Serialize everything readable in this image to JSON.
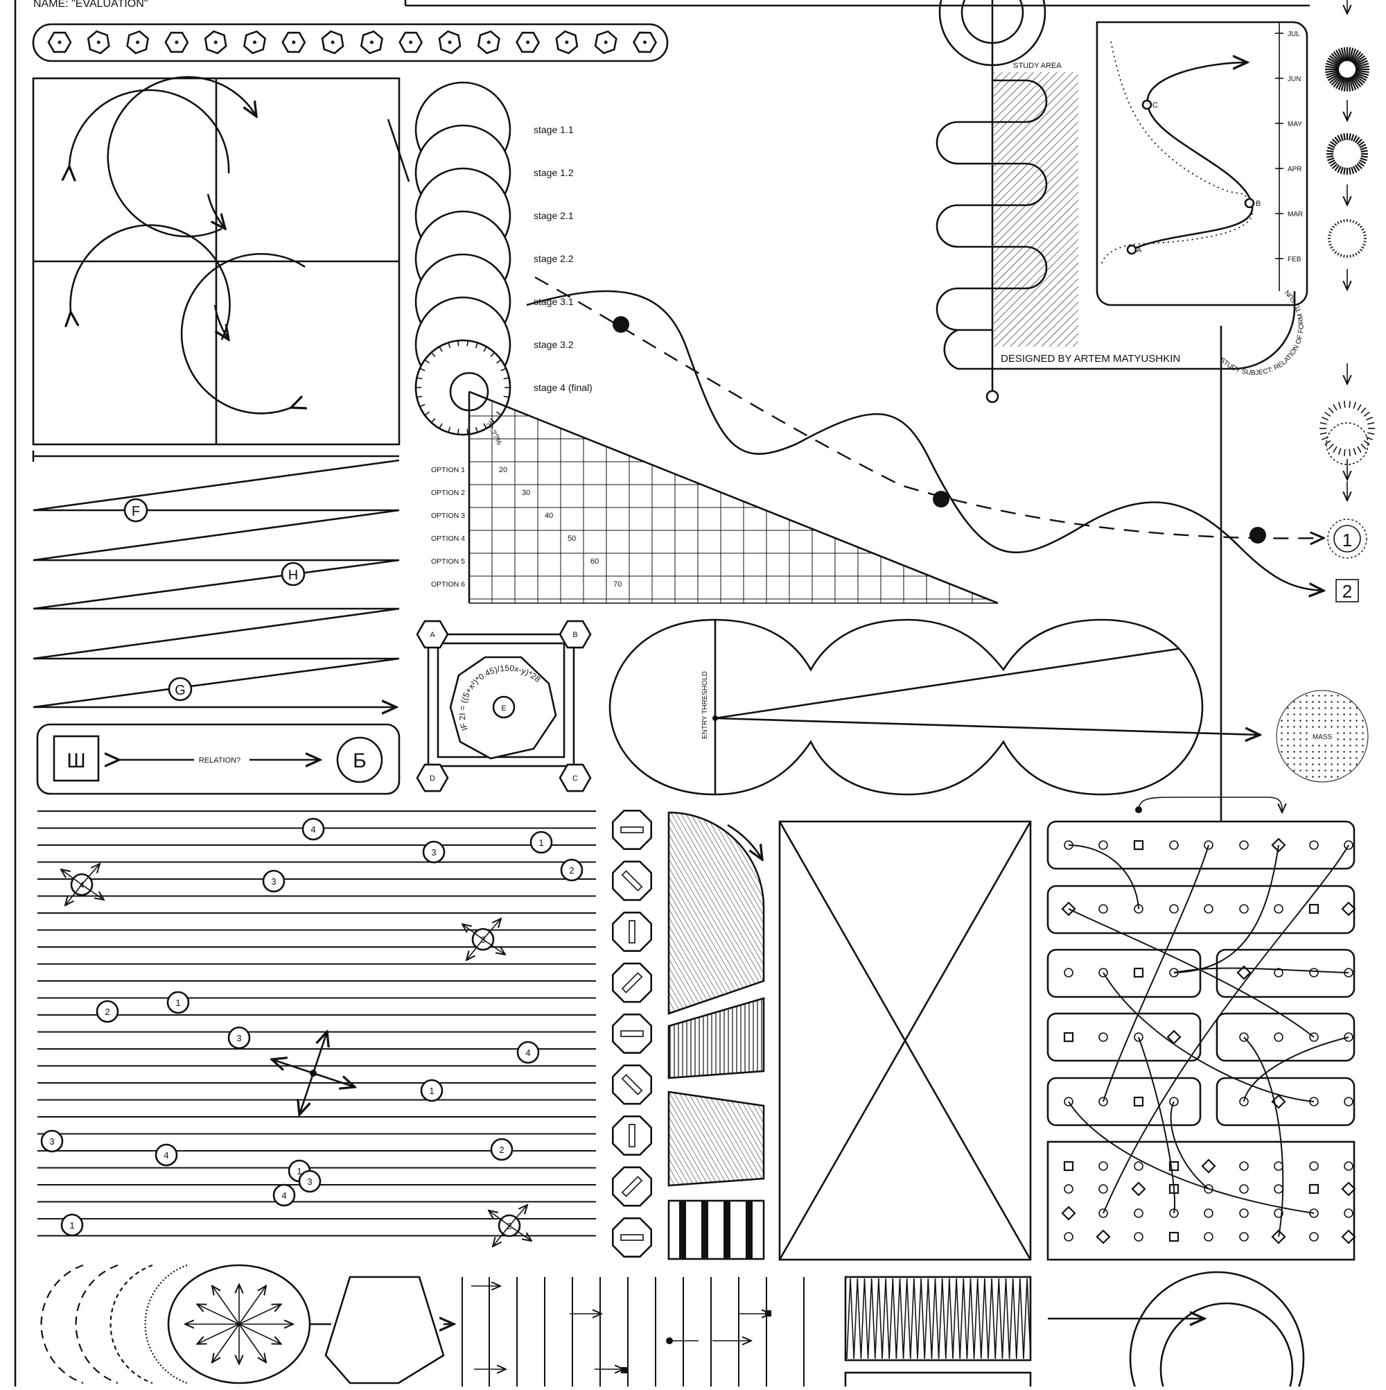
{
  "header": {
    "name_label": "NAME: \"EVALUATION\""
  },
  "stages": [
    "stage 1.1",
    "stage 1.2",
    "stage 2.1",
    "stage 2.2",
    "stage 3.1",
    "stage 3.2",
    "stage 4 (final)"
  ],
  "stage_dial_text": "??.??%",
  "options_table": {
    "rows": [
      "OPTION 1",
      "OPTION 2",
      "OPTION 3",
      "OPTION 4",
      "OPTION 5",
      "OPTION 6"
    ],
    "values": [
      "20",
      "30",
      "40",
      "50",
      "60",
      "70"
    ]
  },
  "study": {
    "area_label": "STUDY AREA",
    "designer": "DESIGNED BY ARTEM MATYUSHKIN",
    "arc_text": "STUDY SUBJECT: RELATION OF FORM TO FUNCTION"
  },
  "timeline": {
    "months": [
      "JUL",
      "JUN",
      "MAY",
      "APR",
      "MAR",
      "FEB"
    ],
    "points": [
      "A",
      "B",
      "C"
    ]
  },
  "letters_zigzag": [
    "F",
    "H",
    "G"
  ],
  "relation": {
    "left_symbol": "Ш",
    "label": "RELATION?",
    "right_symbol": "Б"
  },
  "corners": [
    "A",
    "B",
    "C",
    "D"
  ],
  "formula": {
    "text": "IF 2I = ((5+x²)*0.45)/150x-y)*28",
    "center": "E"
  },
  "threshold_label": "ENTRY THRESHOLD",
  "mass_label": "MASS",
  "outputs": [
    "1",
    "2"
  ],
  "line_markers": [
    {
      "n": "4"
    },
    {
      "n": "3"
    },
    {
      "n": "1"
    },
    {
      "n": "2"
    },
    {
      "n": "4"
    },
    {
      "n": "3"
    },
    {
      "n": "3"
    },
    {
      "n": "2"
    },
    {
      "n": "1"
    },
    {
      "n": "3"
    },
    {
      "n": "4"
    },
    {
      "n": "1"
    },
    {
      "n": "3"
    },
    {
      "n": "4"
    },
    {
      "n": "1"
    },
    {
      "n": "3"
    },
    {
      "n": "2"
    },
    {
      "n": "4"
    },
    {
      "n": "1"
    },
    {
      "n": "2"
    }
  ],
  "colors": {
    "ink": "#111111",
    "paper": "#ffffff"
  },
  "icons": [
    "hexagon-dot-icon",
    "arrow-down-icon",
    "sunburst-icon",
    "screw-head-icon",
    "cross-box-icon"
  ]
}
